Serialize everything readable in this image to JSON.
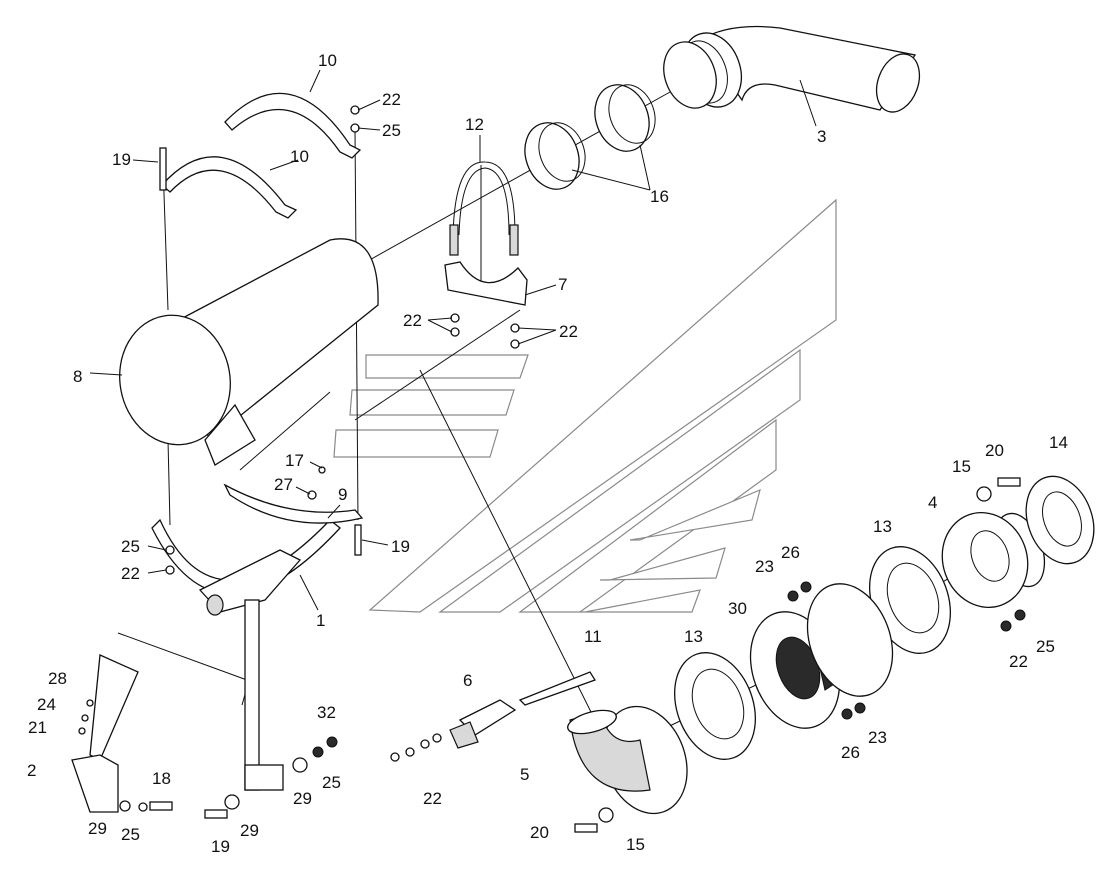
{
  "callouts": {
    "c1": "1",
    "c2": "2",
    "c3": "3",
    "c4": "4",
    "c5": "5",
    "c6": "6",
    "c7": "7",
    "c8": "8",
    "c9": "9",
    "c10a": "10",
    "c10b": "10",
    "c11": "11",
    "c12": "12",
    "c13a": "13",
    "c13b": "13",
    "c14": "14",
    "c15a": "15",
    "c15b": "15",
    "c16": "16",
    "c17": "17",
    "c18": "18",
    "c19a": "19",
    "c19b": "19",
    "c19c": "19",
    "c20a": "20",
    "c20b": "20",
    "c21": "21",
    "c22a": "22",
    "c22b": "22",
    "c22c": "22",
    "c22d": "22",
    "c22e": "22",
    "c22f": "22",
    "c23a": "23",
    "c23b": "23",
    "c24": "24",
    "c25a": "25",
    "c25b": "25",
    "c25c": "25",
    "c25d": "25",
    "c25e": "25",
    "c26a": "26",
    "c26b": "26",
    "c27": "27",
    "c28": "28",
    "c29a": "29",
    "c29b": "29",
    "c29c": "29",
    "c30": "30",
    "c32": "32"
  }
}
